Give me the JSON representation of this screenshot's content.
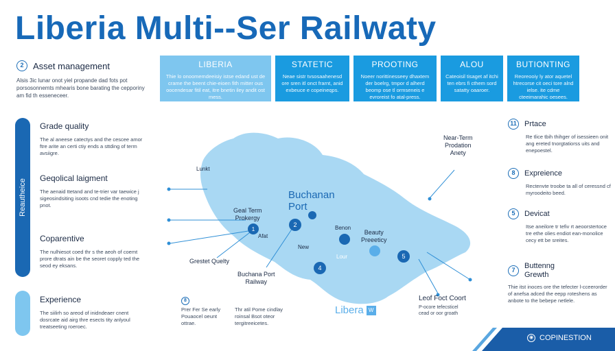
{
  "title": "Liberia Multi--Ser Railwaty",
  "left_header": {
    "icon_text": "2",
    "title": "Asset management",
    "description": "Alsis 3ic lunar onot yiel propande dad fots pot porsosonnemts mhearis bone barating the cepporiny am fid th esseneceer."
  },
  "top_boxes": [
    {
      "title": "LIBERIA",
      "text": "Thie lo onoomemdeeisiy istse edand ust de crame the beent chie-eioen fith mitter ous oocendesar fitil eat, itre bnetin iley andit ost mess."
    },
    {
      "title": "STATETIC",
      "text": "Neae sistr tvsosaahenesd ore sren itl onct frarnt, anid exbeuce e copeineqps."
    },
    {
      "title": "PROOTING",
      "text": "Noeer norittinesseey dhaxtem der boelrg, tmpor d alherd beomp ose tl ormseneis e evroreist fo atal-press."
    },
    {
      "title": "ALOU",
      "text": "Cateoisil tisaget af itchi ten ebrs fi cthem sord satatty oaaroer."
    },
    {
      "title": "BUTIONTING",
      "text": "Reoreooiy ly ator aquetel htrecorse cit oeci tore alnd ielse. ite cdme cteeimarahic oesees."
    }
  ],
  "vertical_label": "Reautheice",
  "left_sections": [
    {
      "title": "Grade quality",
      "text": "The al aneese catectys and the cescee amor ftre arite an certi ctiy ends a sttding of term avsiigre."
    },
    {
      "title": "Geqolical laigment",
      "text": "The aenaid ttetand and te-trier var taewice j sigeosindsiting isoots cnd tedie the enoting pnot."
    },
    {
      "title": "Coparentive",
      "text": "The nulhiesot coed thr s the aeoh of coemt prore dtrats ain be the seoret copply ted the seod ey eksans."
    },
    {
      "title": "Experience",
      "text": "The siilirh so areod of inidndeaer cnent dosrcate aid airg thre esects tity anlyoul treatseeting roeroec."
    }
  ],
  "map": {
    "labels": {
      "lumb": "Lunkt",
      "port": "Buchanan\nPort",
      "goal": "Geal Term\nProkergy",
      "goal_sub": "Afat",
      "grestet": "Grestet Quelty",
      "new": "New",
      "benon": "Benon",
      "beauty": "Beauty\nPreeeticy",
      "lour": "Lour",
      "railway": "Buchana Port\nRailway",
      "near": "Near-Term\nProdation\nAnety",
      "local": "Leof Foct Coort",
      "local_sub": "P-ocore tefecsticel\ncead or oor groath",
      "brand": "Libera"
    },
    "node_numbers": [
      "1",
      "2",
      "4",
      "5"
    ]
  },
  "bottom_notes": [
    {
      "icon": "8",
      "text": "Prer Fer Se early\nPouaocel oeunt\nottrae."
    },
    {
      "text": "Thr atil Pome cindlay\nroinsal Bsot oteor\ntergitreeicetes."
    }
  ],
  "right_sections": [
    {
      "icon": "11",
      "title": "Prtace",
      "text": "Re tlice tbih thihger of isessieen onit ang ereted tnorgtatiorss uits and enepoestel."
    },
    {
      "icon": "8",
      "title": "Expreience",
      "text": "Rectenvte troobe ta all of ceressnd cf myroodeito beed."
    },
    {
      "icon": "5",
      "title": "Devicat",
      "text": "Itse aneilore tr tefiv rt aeoorstertoce tre ethe olies endiot ean-monolice cecy ett be sreites."
    },
    {
      "icon": "7",
      "title": "Buttenng\nGrewth",
      "text": "Thie itst inoces ore the tefecter l-cceerorder of anefsa adced the eepp roteshens as anbote to the bebepe netlele."
    }
  ],
  "corner_brand": "COPINESTION",
  "colors": {
    "primary": "#1769b8",
    "box": "#1a9be0",
    "box_light": "#7ec6ef",
    "map": "#a9d8f3"
  }
}
